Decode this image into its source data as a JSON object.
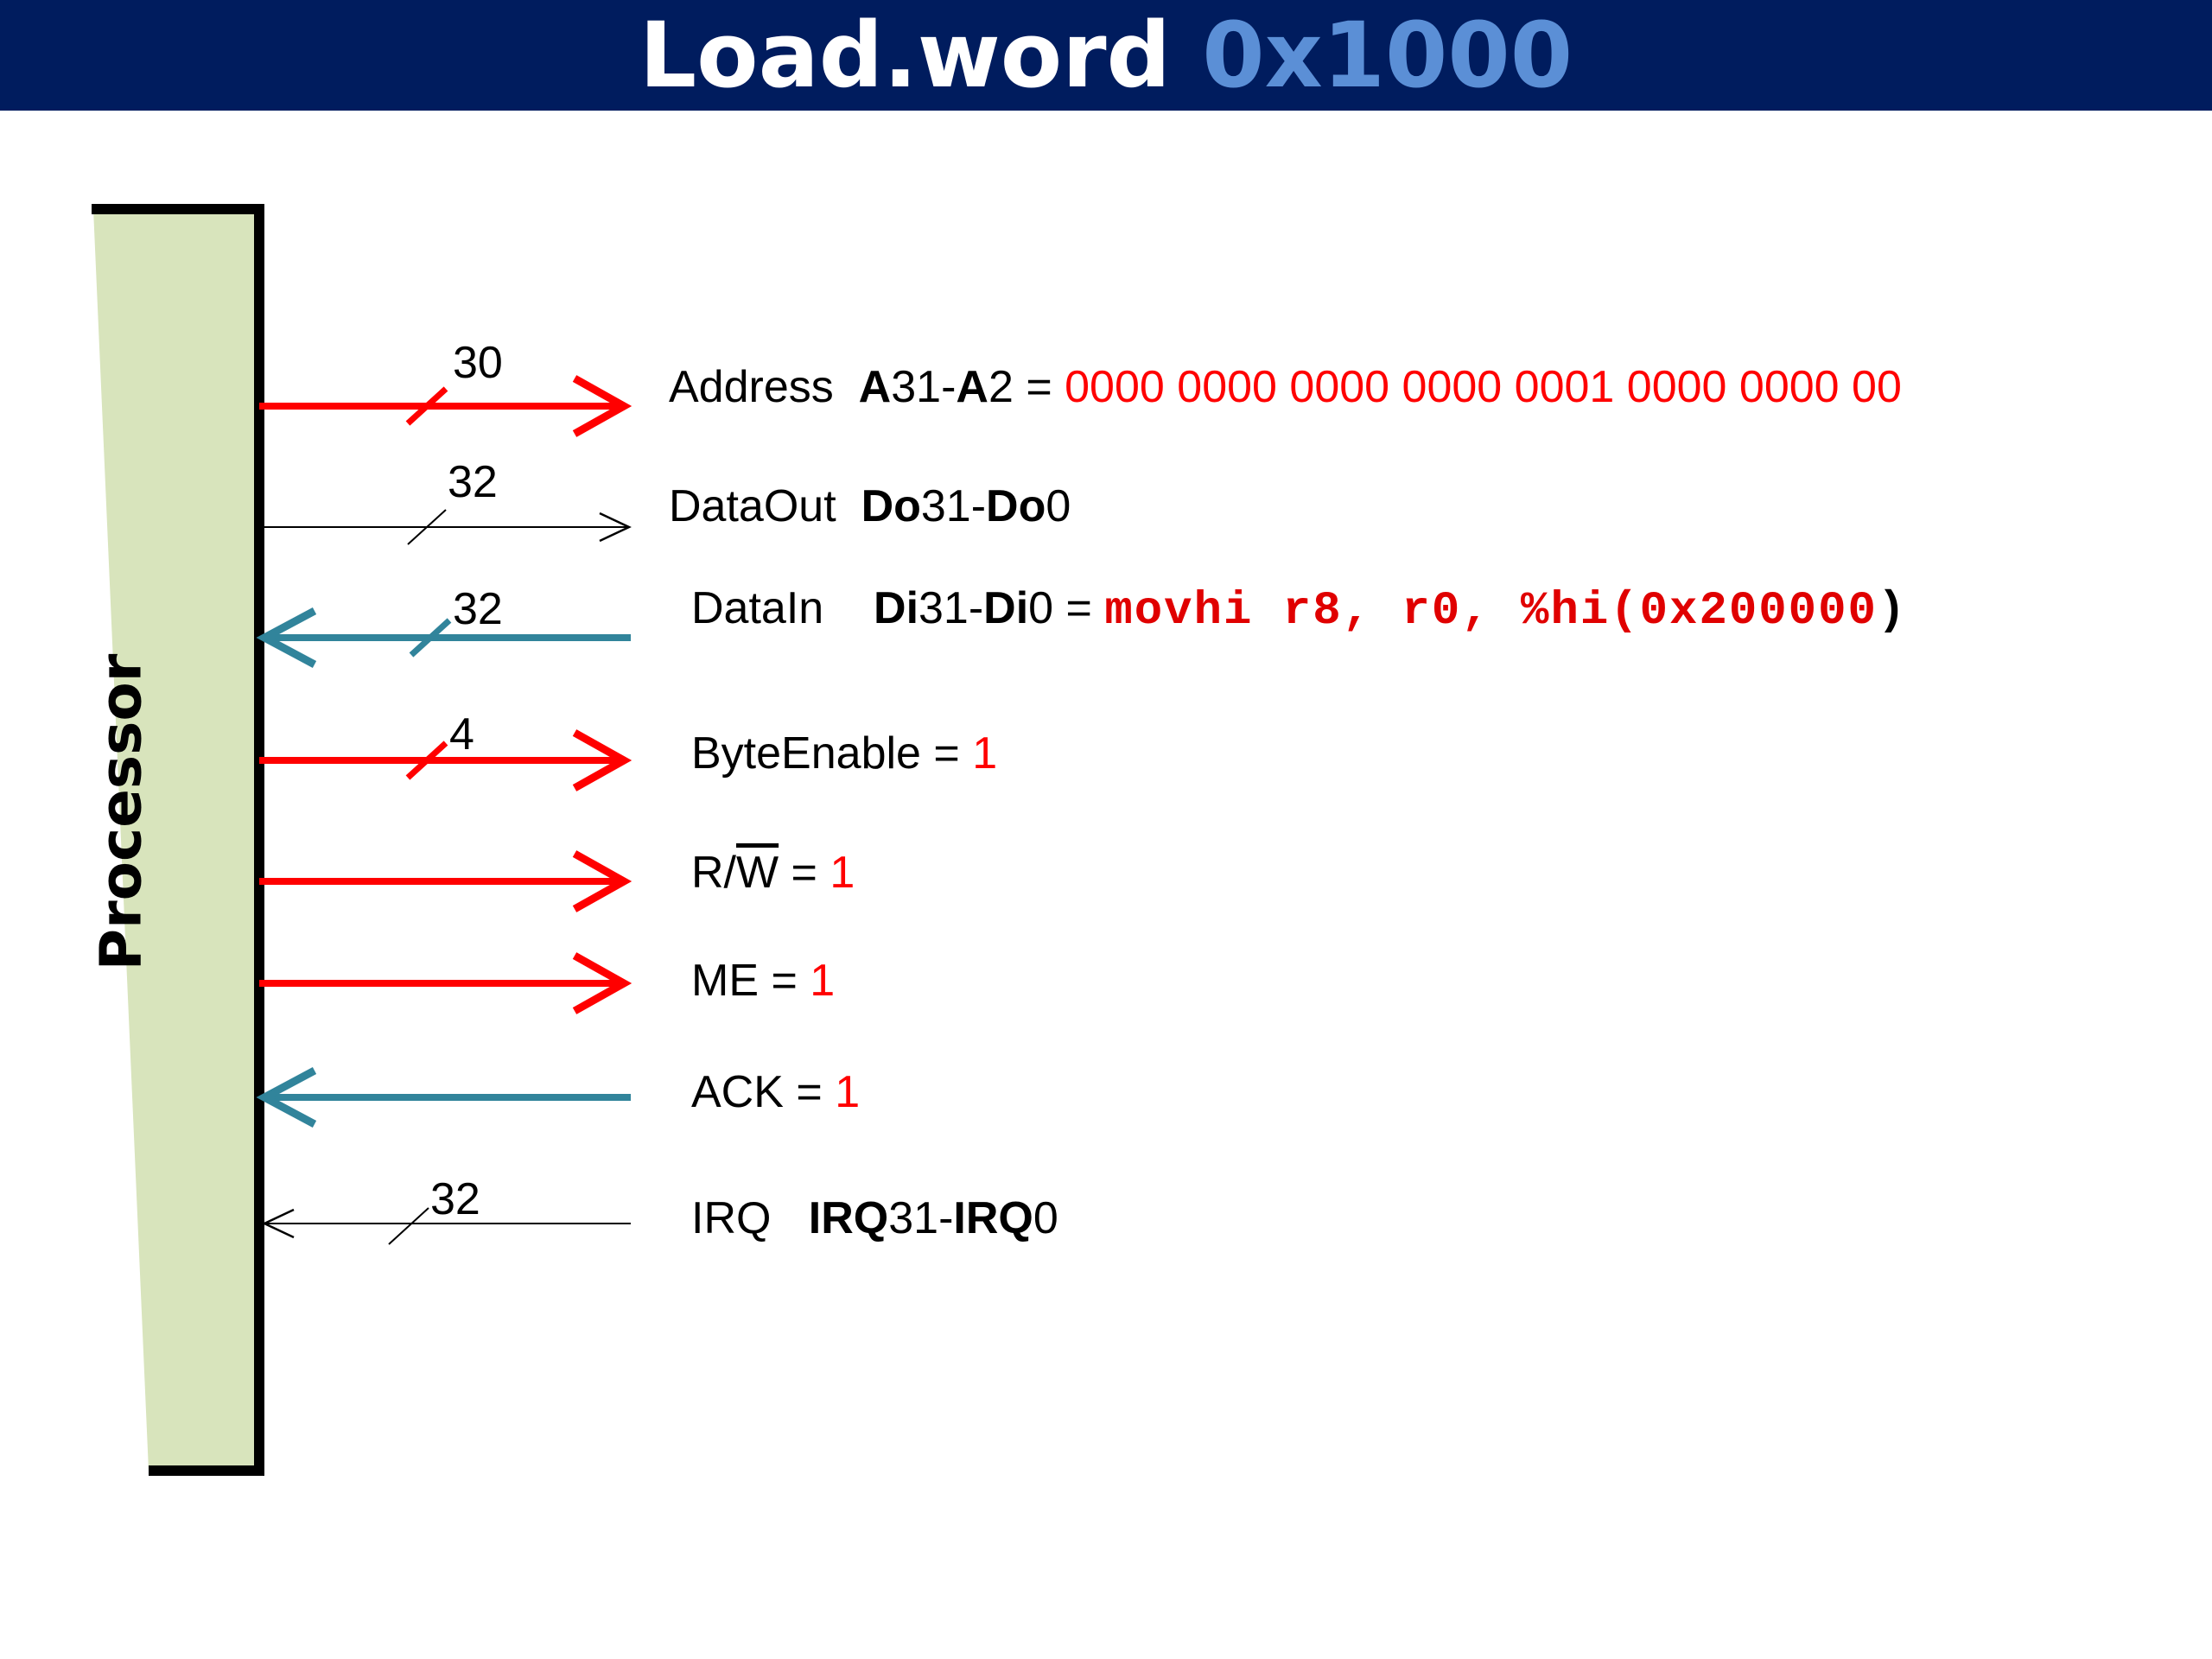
{
  "title": {
    "main": "Load.word ",
    "address": "0x1000"
  },
  "processor": {
    "label": "Processor"
  },
  "signals": {
    "address": {
      "name": "Address",
      "bus_hi": "A",
      "hi_num": "31-",
      "bus_lo": "A",
      "lo_num": "2",
      "eq": " = ",
      "value": "0000 0000 0000 0000 0001 0000 0000 00",
      "width": "30"
    },
    "dataout": {
      "name": "DataOut",
      "bus_hi": "Do",
      "hi_num": "31-",
      "bus_lo": "Do",
      "lo_num": "0",
      "width": "32"
    },
    "datain": {
      "name": "DataIn",
      "bus_hi": "Di",
      "hi_num": "31-",
      "bus_lo": "Di",
      "lo_num": "0",
      "eq": " = ",
      "value": "movhi r8, r0, %hi(0x200000",
      "close_paren": ")",
      "width": "32"
    },
    "byteenable": {
      "name": "ByteEnable",
      "eq": " = ",
      "value": "1",
      "width": "4"
    },
    "rw": {
      "name_r": "R/",
      "name_w": "W",
      "eq": " = ",
      "value": "1"
    },
    "me": {
      "name": "ME",
      "eq": " = ",
      "value": "1"
    },
    "ack": {
      "name": "ACK",
      "eq": " = ",
      "value": "1"
    },
    "irq": {
      "name": "IRQ",
      "bus_hi": "IRQ",
      "hi_num": "31-",
      "bus_lo": "IRQ",
      "lo_num": "0",
      "width": "32"
    }
  },
  "colors": {
    "title_bg": "#001c5e",
    "title_accent": "#5b8fd6",
    "processor_fill": "#d8e4bc",
    "active_out": "#ff0000",
    "active_in": "#31849b",
    "inactive": "#000000"
  }
}
